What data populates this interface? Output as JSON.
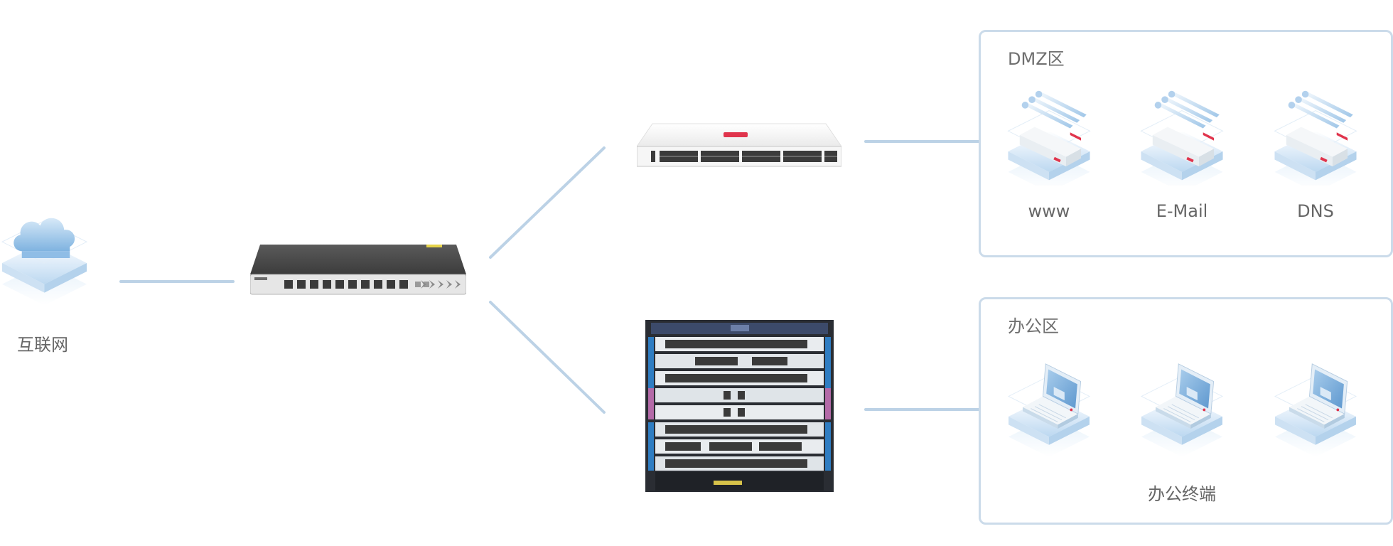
{
  "internet": {
    "label": "互联网",
    "icon": "cloud-icon"
  },
  "zones": {
    "dmz": {
      "title": "DMZ区",
      "servers": [
        {
          "label": "www",
          "icon": "server-icon"
        },
        {
          "label": "E-Mail",
          "icon": "server-icon"
        },
        {
          "label": "DNS",
          "icon": "server-icon"
        }
      ]
    },
    "office": {
      "title": "办公区",
      "terminals_label": "办公终端",
      "icon": "laptop-icon"
    }
  },
  "colors": {
    "link": "#bcd2e6",
    "zone_border": "#cbdbea",
    "tile_blue": "#cfe5f6",
    "accent_red": "#e0344c"
  }
}
